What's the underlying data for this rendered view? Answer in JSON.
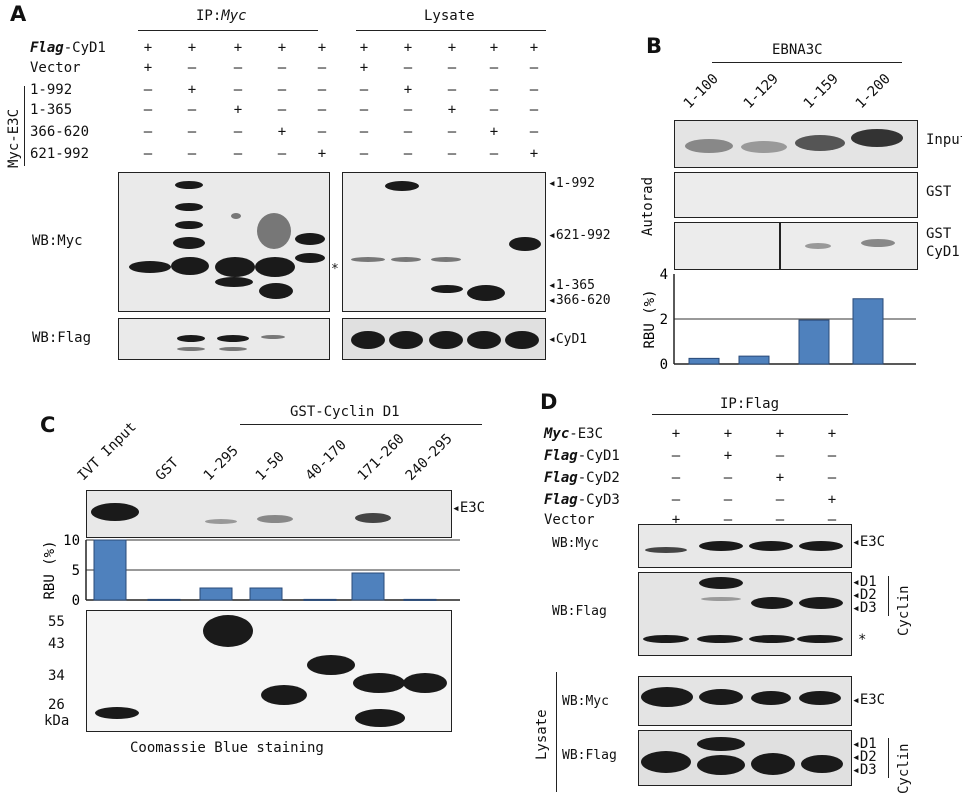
{
  "panel_a": {
    "label": "A",
    "ip_header": "IP:",
    "ip_header_italic": "Myc",
    "lysate_header": "Lysate",
    "rows": [
      {
        "label_italic": "Flag",
        "label": "-CyD1",
        "marks": [
          "+",
          "+",
          "+",
          "+",
          "+",
          "+",
          "+",
          "+",
          "+",
          "+"
        ]
      },
      {
        "label_italic": "",
        "label": "Vector",
        "marks": [
          "+",
          "–",
          "–",
          "–",
          "–",
          "+",
          "–",
          "–",
          "–",
          "–"
        ]
      },
      {
        "label_italic": "",
        "label": "1-992",
        "marks": [
          "–",
          "+",
          "–",
          "–",
          "–",
          "–",
          "+",
          "–",
          "–",
          "–"
        ]
      },
      {
        "label_italic": "",
        "label": "1-365",
        "marks": [
          "–",
          "–",
          "+",
          "–",
          "–",
          "–",
          "–",
          "+",
          "–",
          "–"
        ]
      },
      {
        "label_italic": "",
        "label": "366-620",
        "marks": [
          "–",
          "–",
          "–",
          "+",
          "–",
          "–",
          "–",
          "–",
          "+",
          "–"
        ]
      },
      {
        "label_italic": "",
        "label": "621-992",
        "marks": [
          "–",
          "–",
          "–",
          "–",
          "+",
          "–",
          "–",
          "–",
          "–",
          "+"
        ]
      }
    ],
    "group_label": "Myc-E3C",
    "wb_myc": "WB:Myc",
    "wb_flag": "WB:Flag",
    "asterisk": "*",
    "right_labels": [
      "1-992",
      "621-992",
      "1-365",
      "366-620"
    ],
    "cyd1_label": "CyD1"
  },
  "panel_b": {
    "label": "B",
    "header": "EBNA3C",
    "columns": [
      "1-100",
      "1-129",
      "1-159",
      "1-200"
    ],
    "side_label": "Autorad",
    "row_labels": [
      "Input",
      "GST",
      "GST",
      "CyD1"
    ],
    "chart_data": {
      "type": "bar",
      "categories": [
        "1-100",
        "1-129",
        "1-159",
        "1-200"
      ],
      "values": [
        0.25,
        0.35,
        1.95,
        2.9
      ],
      "ylabel": "RBU (%)",
      "yticks": [
        "4",
        "2",
        "0"
      ],
      "ylim": [
        0,
        4
      ]
    }
  },
  "panel_c": {
    "label": "C",
    "header": "GST-Cyclin D1",
    "columns": [
      "IVT Input",
      "GST",
      "1-295",
      "1-50",
      "40-170",
      "171-260",
      "240-295"
    ],
    "e3c_label": "E3C",
    "chart_data": {
      "type": "bar",
      "categories": [
        "IVT Input",
        "GST",
        "1-295",
        "1-50",
        "40-170",
        "171-260",
        "240-295"
      ],
      "values": [
        10,
        0.1,
        2,
        2,
        0.1,
        4.5,
        0.1
      ],
      "ylabel": "RBU (%)",
      "yticks": [
        "10",
        "5",
        "0"
      ],
      "ylim": [
        0,
        10
      ]
    },
    "markers": [
      "55",
      "43",
      "34",
      "26"
    ],
    "kda": "kDa",
    "caption": "Coomassie Blue staining"
  },
  "panel_d": {
    "label": "D",
    "ip_header": "IP:Flag",
    "rows": [
      {
        "label_italic": "Myc",
        "label": "-E3C",
        "marks": [
          "+",
          "+",
          "+",
          "+"
        ]
      },
      {
        "label_italic": "Flag",
        "label": "-CyD1",
        "marks": [
          "–",
          "+",
          "–",
          "–"
        ]
      },
      {
        "label_italic": "Flag",
        "label": "-CyD2",
        "marks": [
          "–",
          "–",
          "+",
          "–"
        ]
      },
      {
        "label_italic": "Flag",
        "label": "-CyD3",
        "marks": [
          "–",
          "–",
          "–",
          "+"
        ]
      },
      {
        "label_italic": "",
        "label": "Vector",
        "marks": [
          "+",
          "–",
          "–",
          "–"
        ]
      }
    ],
    "wb_myc": "WB:Myc",
    "wb_flag": "WB:Flag",
    "e3c": "E3C",
    "d_labels": [
      "D1",
      "D2",
      "D3"
    ],
    "cyclin": "Cyclin",
    "asterisk": "*",
    "lysate": "Lysate",
    "lys_wb_myc": "WB:Myc",
    "lys_wb_flag": "WB:Flag"
  }
}
